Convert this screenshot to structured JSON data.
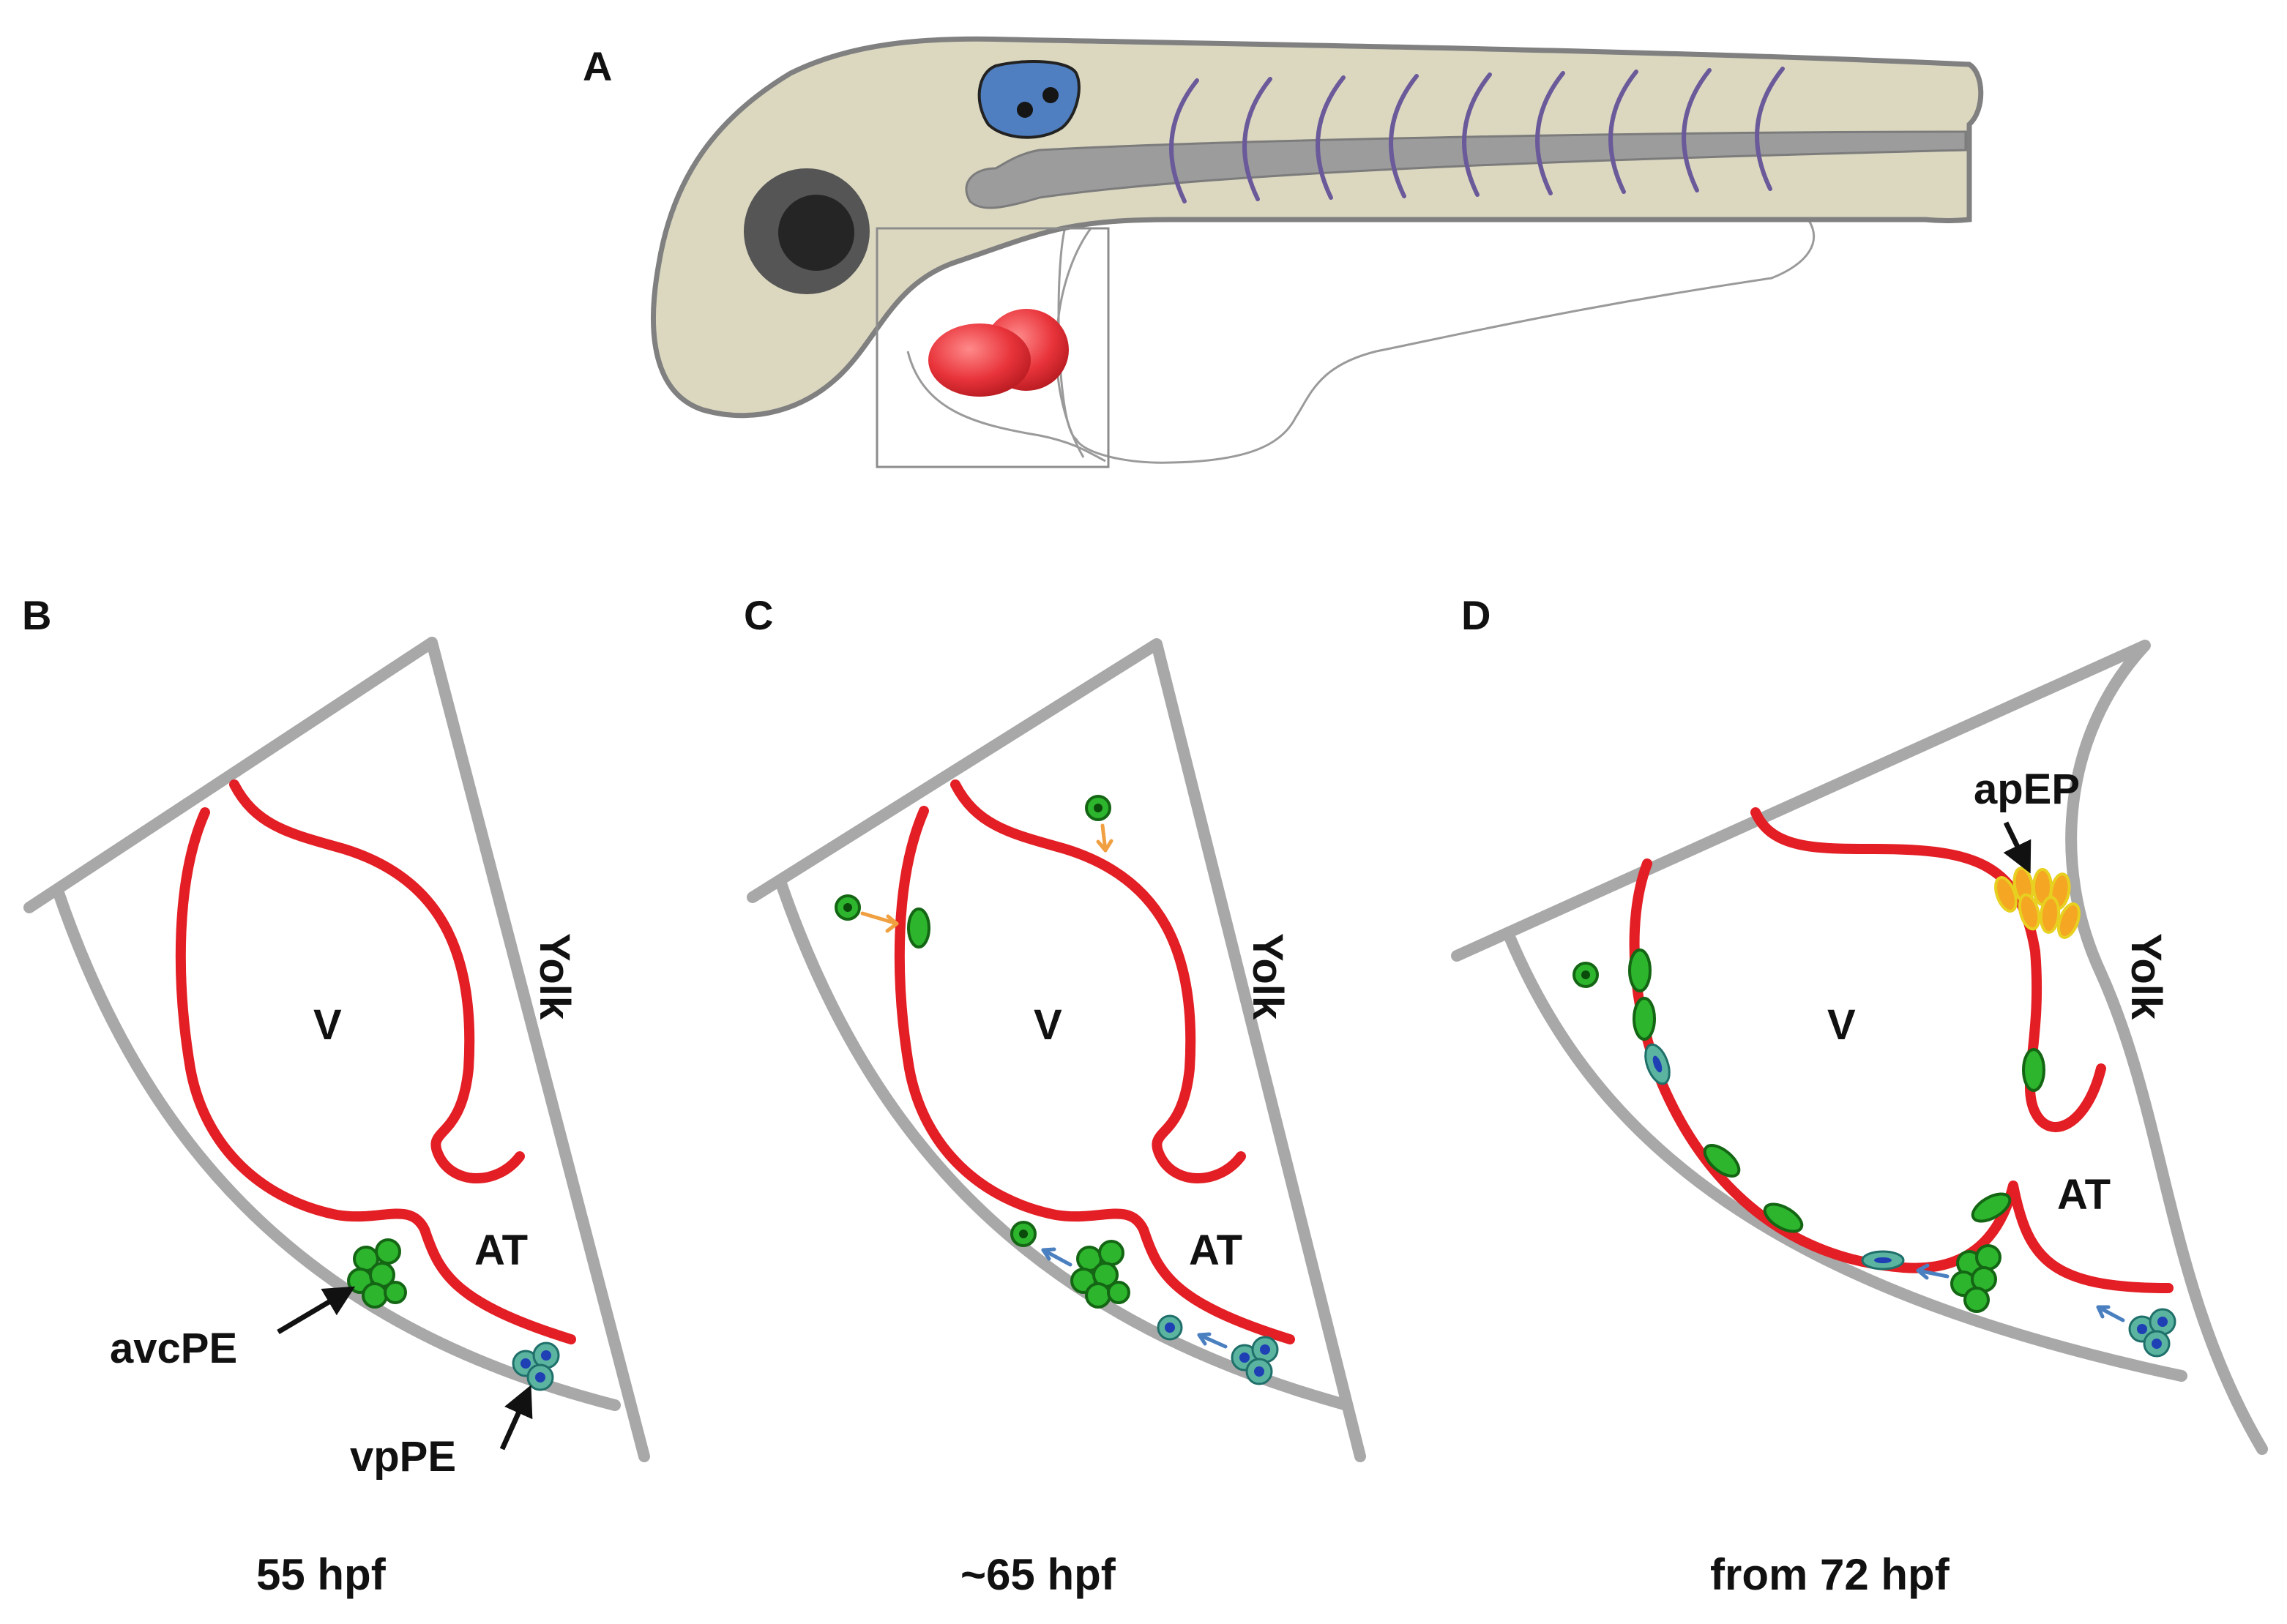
{
  "panels": {
    "A": {
      "letter": "A"
    },
    "B": {
      "letter": "B",
      "ventricle": "V",
      "atrium": "AT",
      "yolk": "Yolk",
      "callout_avcpe": "avcPE",
      "callout_vppe": "vpPE",
      "timepoint": "55 hpf"
    },
    "C": {
      "letter": "C",
      "ventricle": "V",
      "atrium": "AT",
      "yolk": "Yolk",
      "timepoint": "~65 hpf"
    },
    "D": {
      "letter": "D",
      "ventricle": "V",
      "atrium": "AT",
      "yolk": "Yolk",
      "callout_apep": "apEP",
      "timepoint": "from 72 hpf"
    }
  },
  "colors": {
    "body_fill": "#dcd8c0",
    "outline_gray": "#8a8a8a",
    "frame_gray": "#a8a8a8",
    "eye_outer": "#555555",
    "eye_inner": "#252525",
    "otic_vesicle": "#4f7fc0",
    "somite_purple": "#6a5a9a",
    "notochord": "#9c9c9c",
    "heart_red": "#e8333a",
    "myocardium_red": "#e31e24",
    "avc_pe_green": "#2db52d",
    "vp_pe_blue": "#1f3fb5",
    "ap_ep_orange": "#f5a623",
    "arrow_orange": "#f0a040",
    "arrow_blue": "#4a7fc0"
  }
}
